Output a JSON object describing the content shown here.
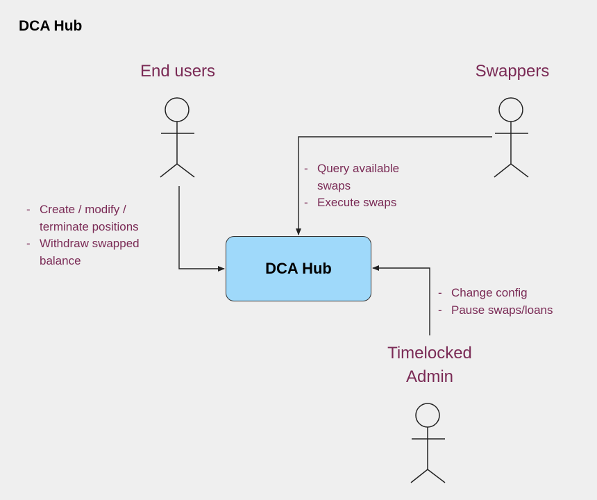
{
  "title": "DCA Hub",
  "hub": {
    "label": "DCA Hub",
    "fill_color": "#9fd9fa"
  },
  "actors": {
    "end_users": {
      "label": "End users",
      "icon": "stick-figure-icon"
    },
    "swappers": {
      "label": "Swappers",
      "icon": "stick-figure-icon"
    },
    "admin": {
      "label_lines": [
        "Timelocked",
        "Admin"
      ],
      "icon": "stick-figure-icon"
    }
  },
  "notes": {
    "end_users": [
      "Create / modify / terminate positions",
      "Withdraw swapped balance"
    ],
    "swappers": [
      "Query available swaps",
      "Execute swaps"
    ],
    "admin": [
      "Change config",
      "Pause swaps/loans"
    ]
  },
  "colors": {
    "label_color": "#7a2a55",
    "background": "#efefef",
    "line_color": "#222222"
  }
}
